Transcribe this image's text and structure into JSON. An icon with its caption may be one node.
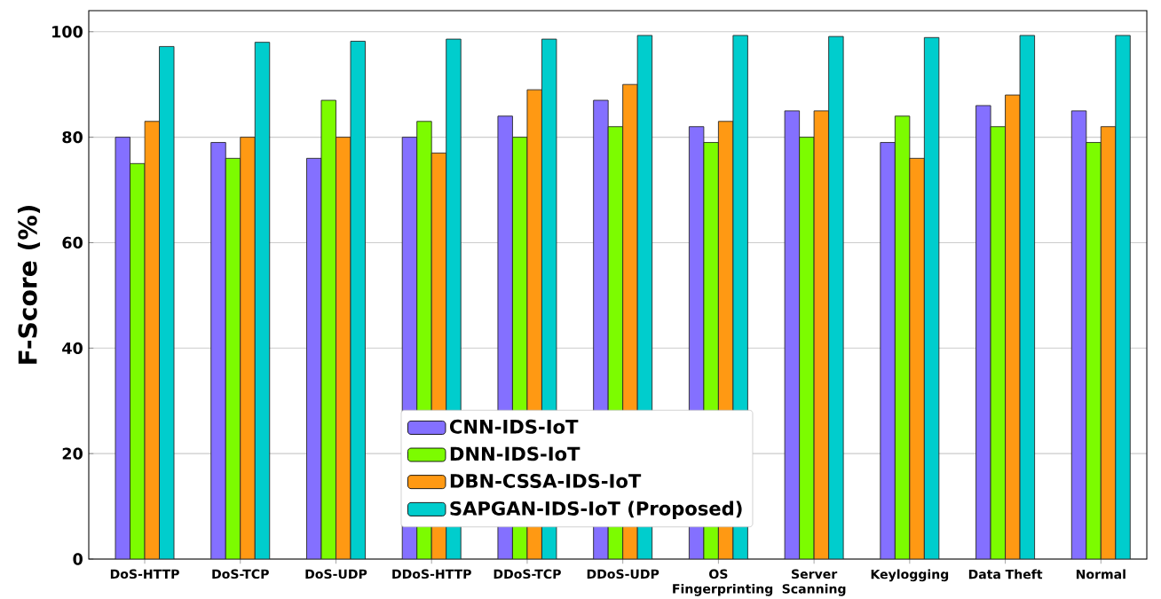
{
  "diagram": {
    "chart_data": {
      "type": "bar",
      "ylabel": "F-Score (%)",
      "categories": [
        "DoS-HTTP",
        "DoS-TCP",
        "DoS-UDP",
        "DDoS-HTTP",
        "DDoS-TCP",
        "DDoS-UDP",
        "OS Fingerprinting",
        "Server Scanning",
        "Keylogging",
        "Data Theft",
        "Normal"
      ],
      "series": [
        {
          "name": "CNN-IDS-IoT",
          "color": "#8470ff",
          "values": [
            80,
            79,
            76,
            80,
            84,
            87,
            82,
            85,
            79,
            86,
            85
          ]
        },
        {
          "name": "DNN-IDS-IoT",
          "color": "#7cfc00",
          "values": [
            75,
            76,
            87,
            83,
            80,
            82,
            79,
            80,
            84,
            82,
            79
          ]
        },
        {
          "name": "DBN-CSSA-IDS-IoT",
          "color": "#ff9913",
          "values": [
            83,
            80,
            80,
            77,
            89,
            90,
            83,
            85,
            76,
            88,
            82
          ]
        },
        {
          "name": "SAPGAN-IDS-IoT (Proposed)",
          "color": "#00cdcd",
          "values": [
            97.2,
            98.0,
            98.2,
            98.6,
            98.6,
            99.3,
            99.3,
            99.1,
            98.9,
            99.3,
            99.3
          ]
        }
      ],
      "ylim": [
        0,
        104
      ],
      "yticks": [
        0,
        20,
        40,
        60,
        80,
        100
      ],
      "grid": "y",
      "legend": true
    }
  }
}
